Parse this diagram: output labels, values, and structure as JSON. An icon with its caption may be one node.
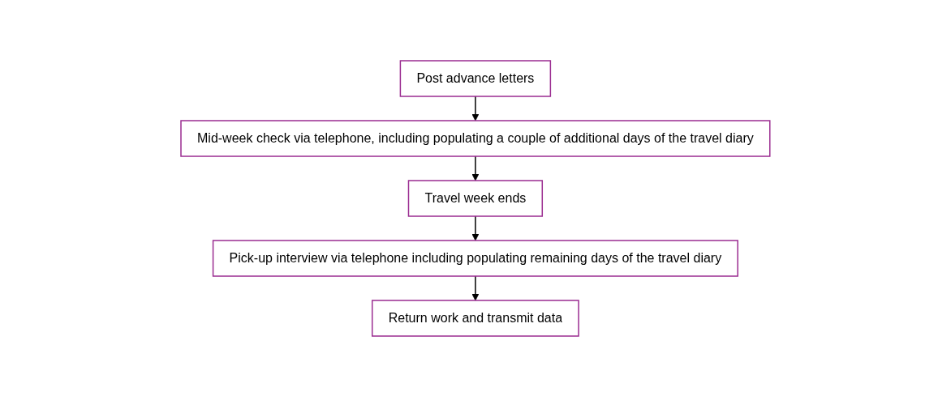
{
  "diagram": {
    "nodes": [
      {
        "text": [
          "Post advance letters"
        ]
      },
      {
        "text": [
          "Mid-week check via telephone, including populating a couple of additional days of the travel diary"
        ]
      },
      {
        "text": [
          "Travel week ends"
        ]
      },
      {
        "text": [
          "Pick-up interview via telephone including populating remaining days of the travel diary"
        ]
      },
      {
        "text": [
          "Return work and transmit data"
        ]
      }
    ],
    "edges": [
      {
        "from": 0,
        "to": 1,
        "arrow": "to"
      },
      {
        "from": 1,
        "to": 2,
        "arrow": "to"
      },
      {
        "from": 2,
        "to": 3,
        "arrow": "to"
      },
      {
        "from": 3,
        "to": 4,
        "arrow": "to"
      }
    ]
  }
}
